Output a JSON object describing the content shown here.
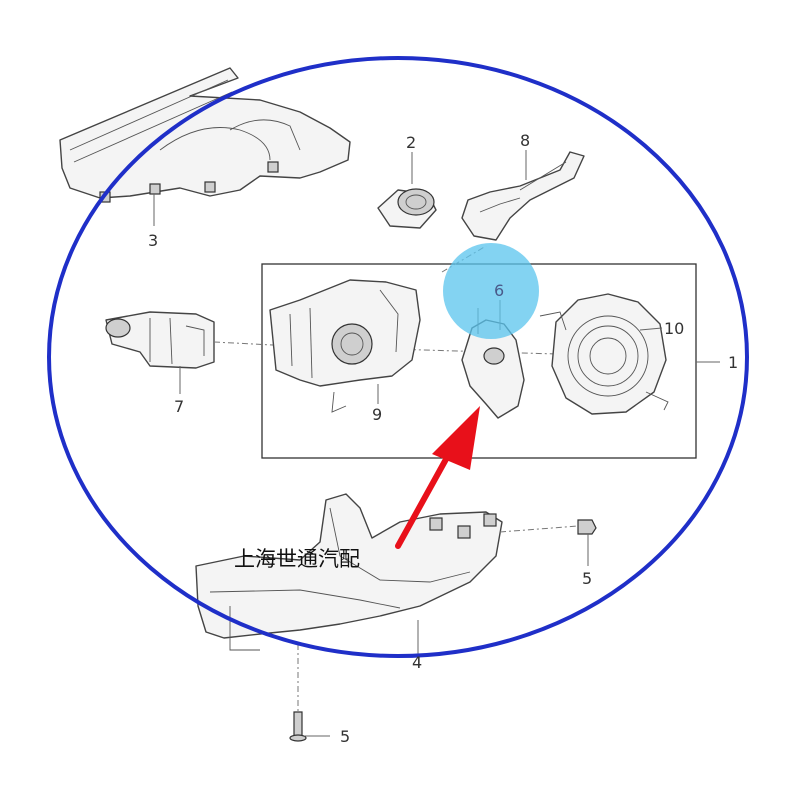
{
  "callouts": {
    "c1": "1",
    "c2": "2",
    "c3": "3",
    "c4": "4",
    "c5a": "5",
    "c5b": "5",
    "c6": "6",
    "c7": "7",
    "c8": "8",
    "c9": "9",
    "c10": "10"
  },
  "watermark": "上海世通汽配",
  "footer_text": "",
  "colors": {
    "ellipse": "#1f2fc8",
    "highlight": "#5ac4ee",
    "arrow": "#e8101a"
  }
}
